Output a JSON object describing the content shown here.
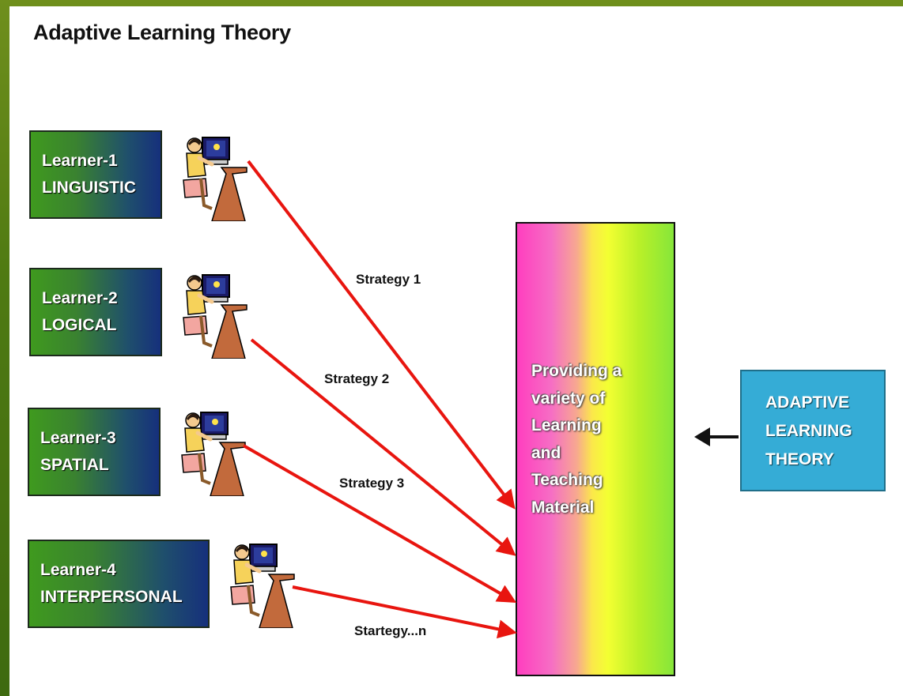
{
  "title": "Adaptive Learning Theory",
  "learners": [
    {
      "line1": "Learner-1",
      "line2": "LINGUISTIC"
    },
    {
      "line1": "Learner-2",
      "line2": "LOGICAL"
    },
    {
      "line1": "Learner-3",
      "line2": "SPATIAL"
    },
    {
      "line1": "Learner-4",
      "line2": "INTERPERSONAL"
    }
  ],
  "strategies": [
    "Strategy 1",
    "Strategy 2",
    "Strategy 3",
    "Startegy...n"
  ],
  "material": [
    "Providing a",
    "variety of",
    "Learning",
    "and",
    "Teaching",
    "Material"
  ],
  "adaptive": [
    "ADAPTIVE",
    "LEARNING",
    "THEORY"
  ],
  "colors": {
    "arrow": "#e8150f",
    "adaptive_box": "#35acd6",
    "learner_box_start": "#3f9a1e",
    "learner_box_end": "#16307c"
  },
  "icons": [
    "learner-at-computer-icon",
    "left-arrow-icon"
  ]
}
